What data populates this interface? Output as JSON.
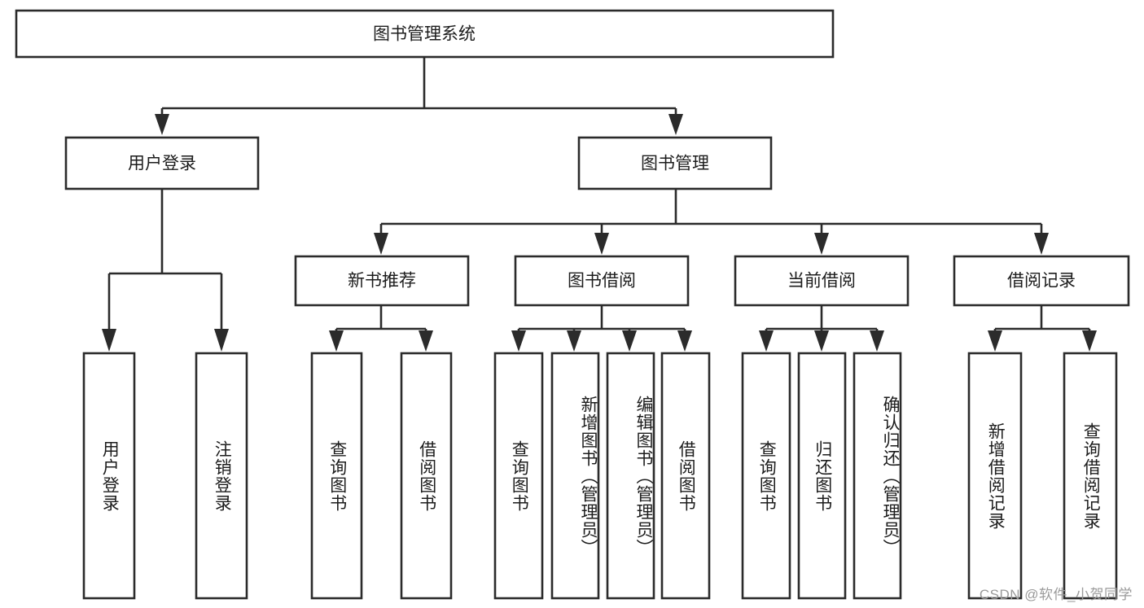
{
  "diagram": {
    "title": "图书管理系统",
    "type": "tree",
    "root": {
      "id": "root",
      "label": "图书管理系统"
    },
    "level2": [
      {
        "id": "user-login",
        "label": "用户登录"
      },
      {
        "id": "book-management",
        "label": "图书管理"
      }
    ],
    "level3": [
      {
        "id": "new-book-recommend",
        "label": "新书推荐",
        "parent": "book-management"
      },
      {
        "id": "book-borrow",
        "label": "图书借阅",
        "parent": "book-management"
      },
      {
        "id": "current-borrow",
        "label": "当前借阅",
        "parent": "book-management"
      },
      {
        "id": "borrow-record",
        "label": "借阅记录",
        "parent": "book-management"
      }
    ],
    "leaves": [
      {
        "id": "leaf-user-login",
        "label": "用户登录",
        "parent": "user-login"
      },
      {
        "id": "leaf-user-logout",
        "label": "注销登录",
        "parent": "user-login"
      },
      {
        "id": "leaf-query-book-1",
        "label": "查询图书",
        "parent": "new-book-recommend"
      },
      {
        "id": "leaf-borrow-book-1",
        "label": "借阅图书",
        "parent": "new-book-recommend"
      },
      {
        "id": "leaf-query-book-2",
        "label": "查询图书",
        "parent": "book-borrow"
      },
      {
        "id": "leaf-add-book",
        "label": "新增图书（管理员）",
        "parent": "book-borrow"
      },
      {
        "id": "leaf-edit-book",
        "label": "编辑图书（管理员）",
        "parent": "book-borrow"
      },
      {
        "id": "leaf-borrow-book-2",
        "label": "借阅图书",
        "parent": "book-borrow"
      },
      {
        "id": "leaf-query-book-3",
        "label": "查询图书",
        "parent": "current-borrow"
      },
      {
        "id": "leaf-return-book",
        "label": "归还图书",
        "parent": "current-borrow"
      },
      {
        "id": "leaf-confirm-return",
        "label": "确认归还（管理员）",
        "parent": "current-borrow"
      },
      {
        "id": "leaf-add-record",
        "label": "新增借阅记录",
        "parent": "borrow-record"
      },
      {
        "id": "leaf-query-record",
        "label": "查询借阅记录",
        "parent": "borrow-record"
      }
    ]
  },
  "watermark": {
    "text": "CSDN @软件_小贺同学"
  },
  "colors": {
    "stroke": "#2b2b2b",
    "fill": "#ffffff",
    "text": "#1c1c1c",
    "watermark": "#9a9a9a"
  }
}
